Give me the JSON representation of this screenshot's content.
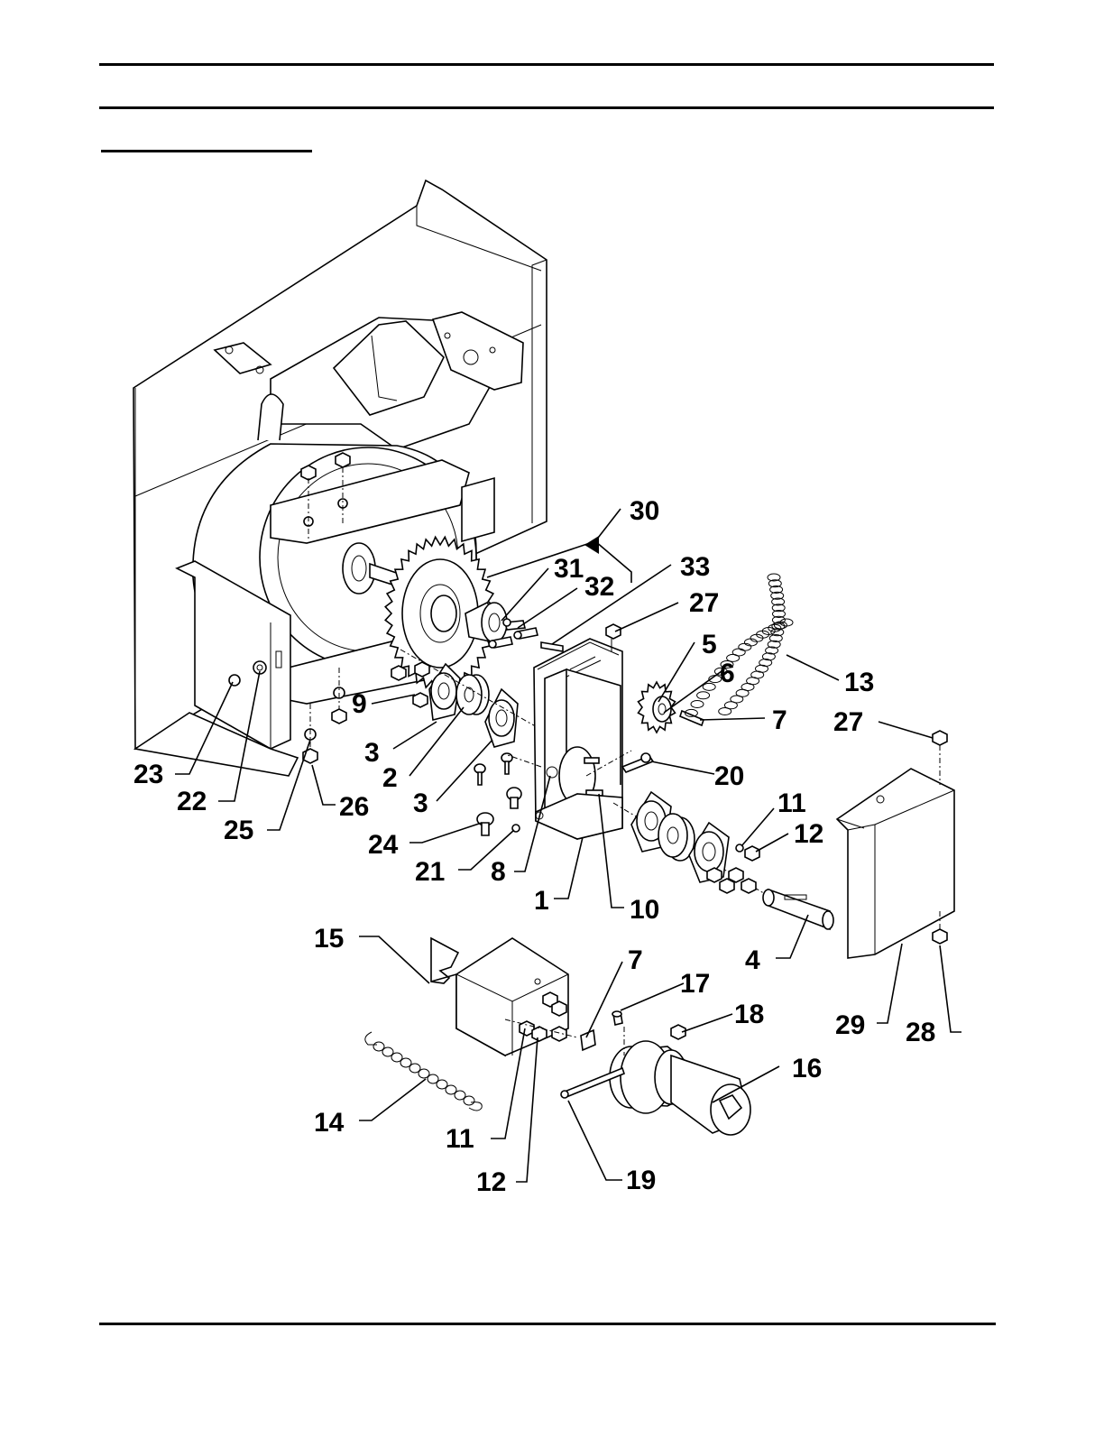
{
  "callouts": [
    {
      "id": "c30",
      "text": "30"
    },
    {
      "id": "c31",
      "text": "31"
    },
    {
      "id": "c32",
      "text": "32"
    },
    {
      "id": "c33",
      "text": "33"
    },
    {
      "id": "c27a",
      "text": "27"
    },
    {
      "id": "c5",
      "text": "5"
    },
    {
      "id": "c6",
      "text": "6"
    },
    {
      "id": "c13",
      "text": "13"
    },
    {
      "id": "c7a",
      "text": "7"
    },
    {
      "id": "c27b",
      "text": "27"
    },
    {
      "id": "c9",
      "text": "9"
    },
    {
      "id": "c3a",
      "text": "3"
    },
    {
      "id": "c2",
      "text": "2"
    },
    {
      "id": "c3b",
      "text": "3"
    },
    {
      "id": "c20",
      "text": "20"
    },
    {
      "id": "c23",
      "text": "23"
    },
    {
      "id": "c22",
      "text": "22"
    },
    {
      "id": "c25",
      "text": "25"
    },
    {
      "id": "c26",
      "text": "26"
    },
    {
      "id": "c24",
      "text": "24"
    },
    {
      "id": "c21",
      "text": "21"
    },
    {
      "id": "c8",
      "text": "8"
    },
    {
      "id": "c1",
      "text": "1"
    },
    {
      "id": "c10",
      "text": "10"
    },
    {
      "id": "c11a",
      "text": "11"
    },
    {
      "id": "c12a",
      "text": "12"
    },
    {
      "id": "c4",
      "text": "4"
    },
    {
      "id": "c15",
      "text": "15"
    },
    {
      "id": "c7b",
      "text": "7"
    },
    {
      "id": "c17",
      "text": "17"
    },
    {
      "id": "c18",
      "text": "18"
    },
    {
      "id": "c16",
      "text": "16"
    },
    {
      "id": "c29",
      "text": "29"
    },
    {
      "id": "c28",
      "text": "28"
    },
    {
      "id": "c14",
      "text": "14"
    },
    {
      "id": "c11b",
      "text": "11"
    },
    {
      "id": "c12b",
      "text": "12"
    },
    {
      "id": "c19",
      "text": "19"
    }
  ]
}
